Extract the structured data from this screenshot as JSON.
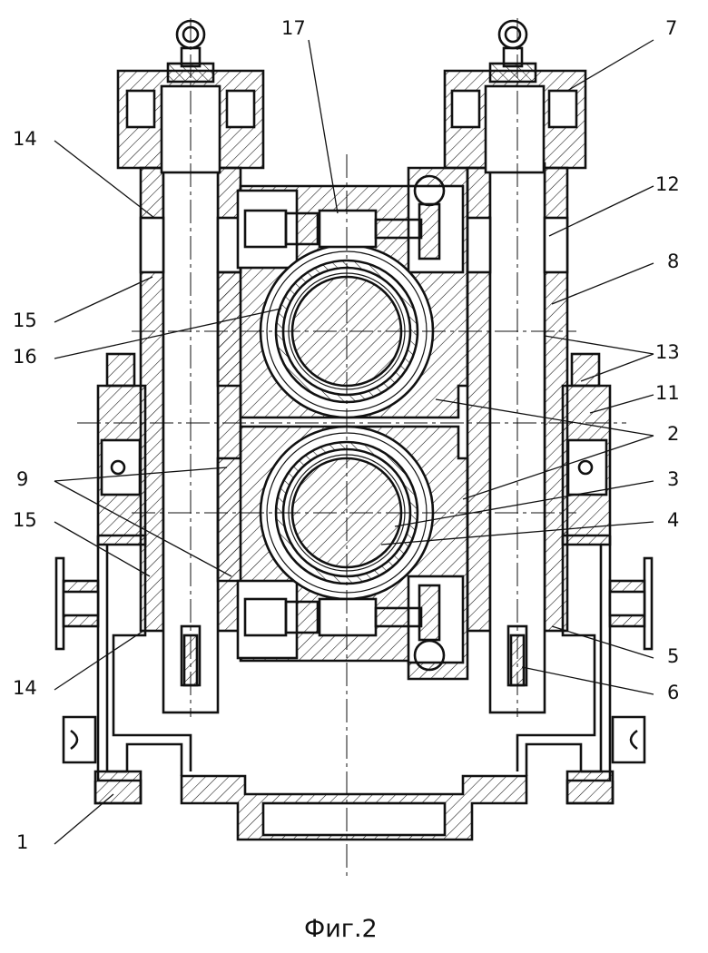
{
  "figure": {
    "caption": "Фиг.2",
    "labels": [
      "17",
      "7",
      "14",
      "12",
      "8",
      "15",
      "16",
      "13",
      "11",
      "2",
      "9",
      "3",
      "4",
      "15",
      "14",
      "5",
      "6",
      "1"
    ]
  }
}
